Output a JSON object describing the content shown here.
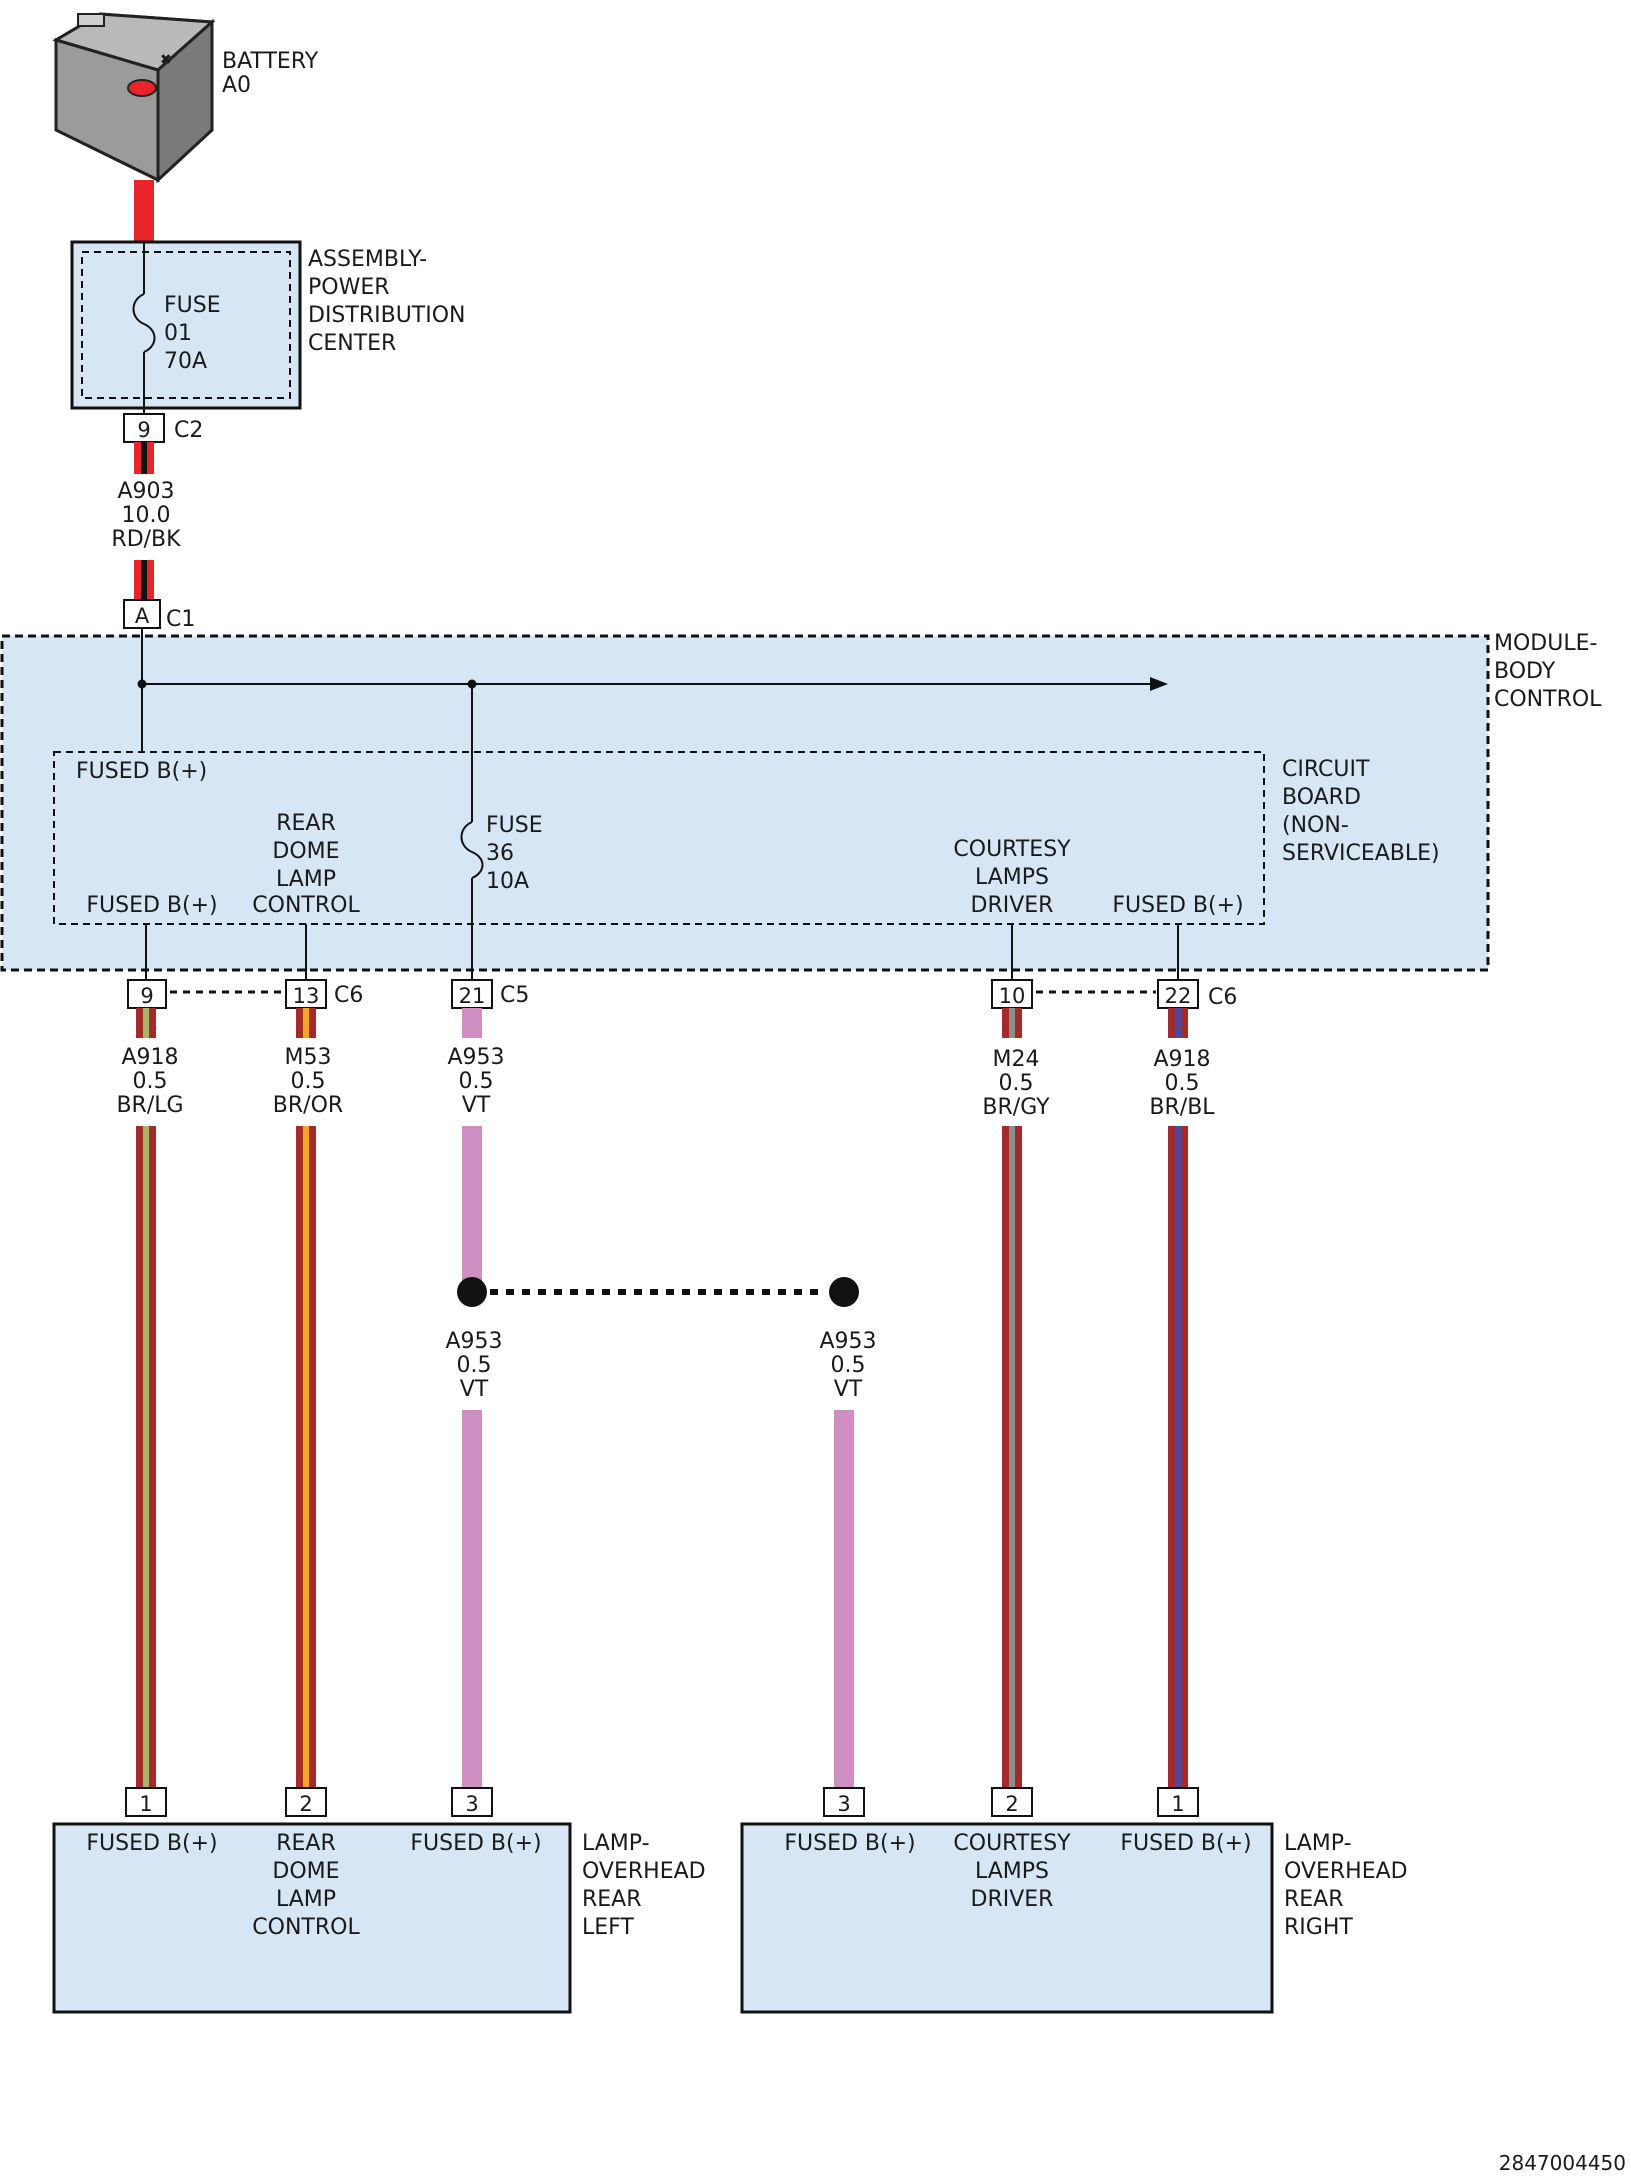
{
  "colors": {
    "box": "#d6e6f5",
    "red": "#e8252a",
    "black": "#111111",
    "brown": "#a32b2b",
    "light_green": "#a8b46a",
    "orange": "#f5a623",
    "violet": "#cf8fc2",
    "gray": "#8a8f8f",
    "blue": "#4a4aa0"
  },
  "battery": {
    "line1": "BATTERY",
    "line2": "A0"
  },
  "pdc": {
    "label": [
      "ASSEMBLY-",
      "POWER",
      "DISTRIBUTION",
      "CENTER"
    ],
    "fuse": [
      "FUSE",
      "01",
      "70A"
    ],
    "pin": "9",
    "connector": "C2"
  },
  "wire_a903": {
    "lines": [
      "A903",
      "10.0",
      "RD/BK"
    ]
  },
  "bcm": {
    "label": [
      "MODULE-",
      "BODY",
      "CONTROL"
    ],
    "pin_a": "A",
    "connector_c1": "C1",
    "board_label": [
      "CIRCUIT",
      "BOARD",
      "(NON-",
      "SERVICEABLE)"
    ],
    "fused_top": "FUSED B(+)",
    "fuse": [
      "FUSE",
      "36",
      "10A"
    ],
    "fused_left": "FUSED B(+)",
    "rear_dome": [
      "REAR",
      "DOME",
      "LAMP",
      "CONTROL"
    ],
    "courtesy": [
      "COURTESY",
      "LAMPS",
      "DRIVER"
    ],
    "fused_right": "FUSED B(+)"
  },
  "bcm_pins": [
    {
      "pin": "9",
      "connector": ""
    },
    {
      "pin": "13",
      "connector": "C6"
    },
    {
      "pin": "21",
      "connector": "C5"
    },
    {
      "pin": "10",
      "connector": ""
    },
    {
      "pin": "22",
      "connector": "C6"
    }
  ],
  "wires": [
    {
      "lines": [
        "A918",
        "0.5",
        "BR/LG"
      ]
    },
    {
      "lines": [
        "M53",
        "0.5",
        "BR/OR"
      ]
    },
    {
      "lines": [
        "A953",
        "0.5",
        "VT"
      ]
    },
    {
      "lines": [
        "M24",
        "0.5",
        "BR/GY"
      ]
    },
    {
      "lines": [
        "A918",
        "0.5",
        "BR/BL"
      ]
    }
  ],
  "splice_wires": [
    {
      "lines": [
        "A953",
        "0.5",
        "VT"
      ]
    },
    {
      "lines": [
        "A953",
        "0.5",
        "VT"
      ]
    }
  ],
  "lamp_left": {
    "label": [
      "LAMP-",
      "OVERHEAD",
      "REAR",
      "LEFT"
    ],
    "pins": [
      "1",
      "2",
      "3"
    ],
    "fused_1": "FUSED B(+)",
    "rear_dome": [
      "REAR",
      "DOME",
      "LAMP",
      "CONTROL"
    ],
    "fused_3": "FUSED B(+)"
  },
  "lamp_right": {
    "label": [
      "LAMP-",
      "OVERHEAD",
      "REAR",
      "RIGHT"
    ],
    "pins": [
      "3",
      "2",
      "1"
    ],
    "fused_3": "FUSED B(+)",
    "courtesy": [
      "COURTESY",
      "LAMPS",
      "DRIVER"
    ],
    "fused_1": "FUSED B(+)"
  },
  "doc_id": "2847004450"
}
